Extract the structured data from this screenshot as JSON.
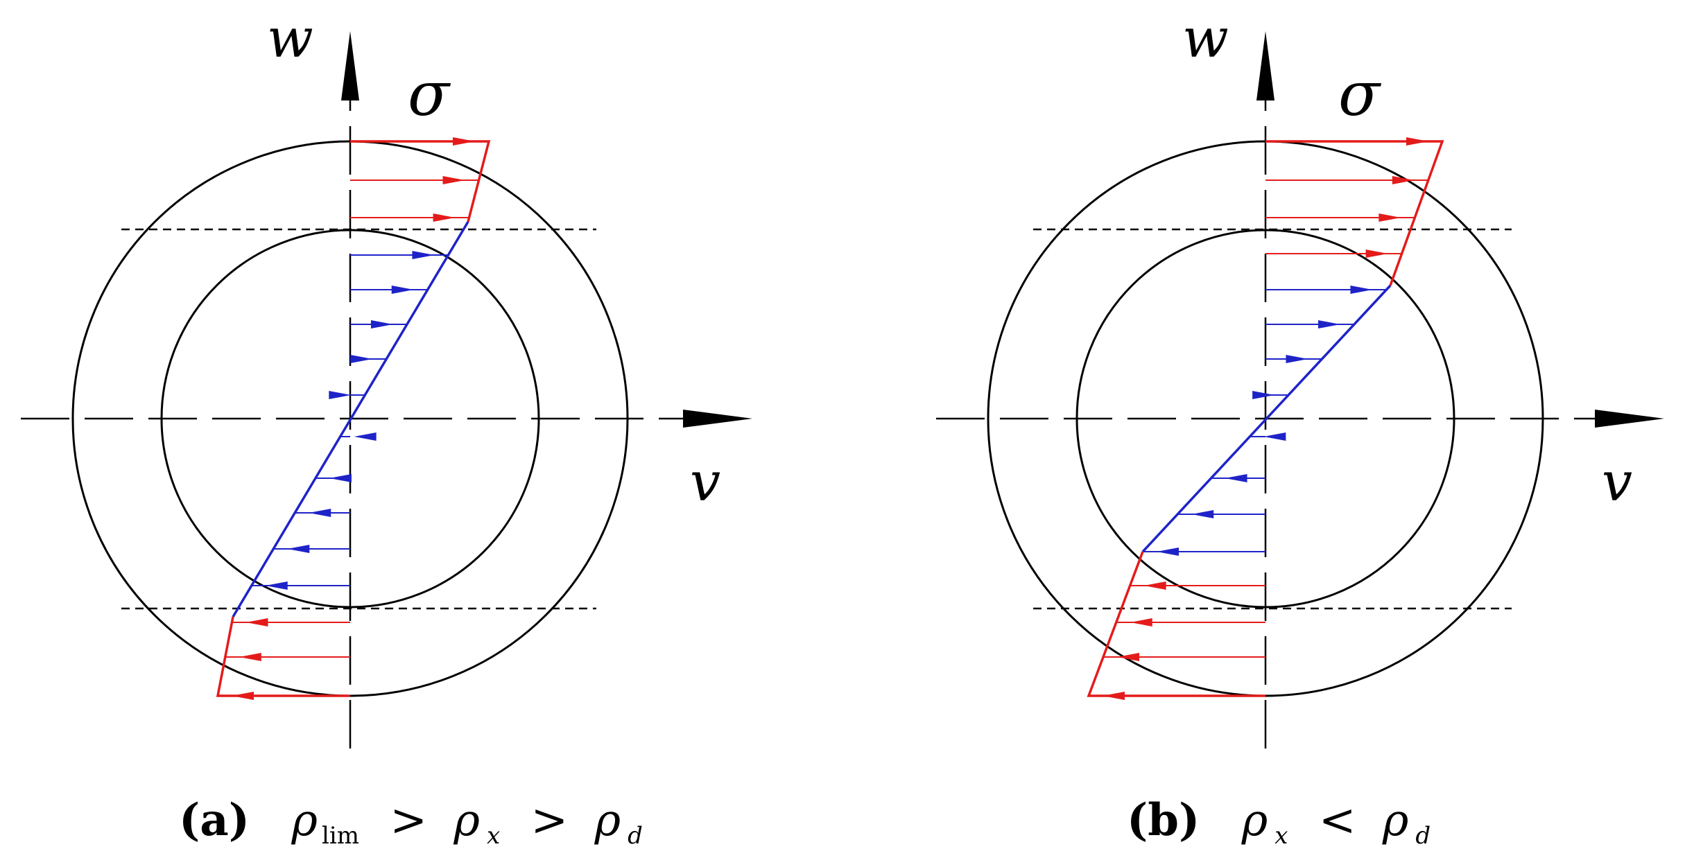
{
  "panels": [
    {
      "id": "a",
      "axis_labels": {
        "vertical": "w",
        "horizontal": "v",
        "stress": "σ"
      },
      "caption": {
        "letter": "a",
        "rho": "ρ",
        "sub1": "lim",
        "op1": ">",
        "sub2": "x",
        "op2": ">",
        "sub3": "d"
      },
      "colors": {
        "plastic": "#e41b1b",
        "elastic": "#1e23c8",
        "outline": "#000000"
      }
    },
    {
      "id": "b",
      "axis_labels": {
        "vertical": "w",
        "horizontal": "v",
        "stress": "σ"
      },
      "caption": {
        "letter": "b",
        "rho": "ρ",
        "sub1": "x",
        "op1": "<",
        "sub2": "d"
      },
      "colors": {
        "plastic": "#e41b1b",
        "elastic": "#1e23c8",
        "outline": "#000000"
      }
    }
  ]
}
